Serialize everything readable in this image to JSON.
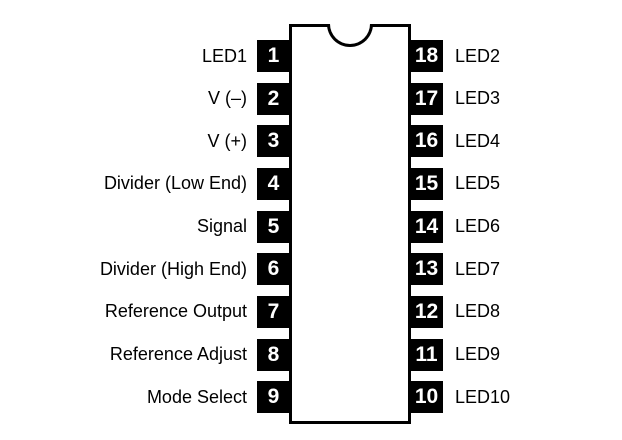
{
  "diagram": {
    "type": "ic-pinout",
    "package": "18-pin DIP",
    "colors": {
      "background": "#ffffff",
      "body_fill": "#ffffff",
      "body_outline": "#000000",
      "pad_fill": "#000000",
      "pad_text": "#ffffff",
      "label_text": "#000000"
    },
    "left_pins": [
      {
        "number": "1",
        "label": "LED1"
      },
      {
        "number": "2",
        "label": "V (–)"
      },
      {
        "number": "3",
        "label": "V (+)"
      },
      {
        "number": "4",
        "label": "Divider (Low End)"
      },
      {
        "number": "5",
        "label": "Signal"
      },
      {
        "number": "6",
        "label": "Divider (High End)"
      },
      {
        "number": "7",
        "label": "Reference Output"
      },
      {
        "number": "8",
        "label": "Reference Adjust"
      },
      {
        "number": "9",
        "label": "Mode Select"
      }
    ],
    "right_pins": [
      {
        "number": "18",
        "label": "LED2"
      },
      {
        "number": "17",
        "label": "LED3"
      },
      {
        "number": "16",
        "label": "LED4"
      },
      {
        "number": "15",
        "label": "LED5"
      },
      {
        "number": "14",
        "label": "LED6"
      },
      {
        "number": "13",
        "label": "LED7"
      },
      {
        "number": "12",
        "label": "LED8"
      },
      {
        "number": "11",
        "label": "LED9"
      },
      {
        "number": "10",
        "label": "LED10"
      }
    ]
  }
}
